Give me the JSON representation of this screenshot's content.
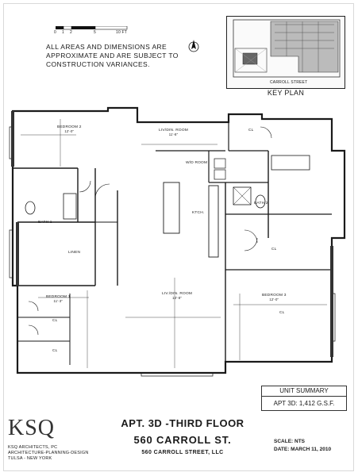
{
  "scale_bar": {
    "ticks": [
      "0",
      "1",
      "2",
      "5",
      "10 FT"
    ]
  },
  "notes": [
    "ALL AREAS AND DIMENSIONS ARE",
    "APPROXIMATE AND ARE SUBJECT TO",
    "CONSTRUCTION VARIANCES."
  ],
  "key_plan": {
    "label": "KEY PLAN",
    "street": "CARROLL STREET"
  },
  "rooms": {
    "bedroom2": {
      "name": "BEDROOM 2",
      "dims": "12'-0\""
    },
    "livdin_top": {
      "name": "LIV/DIN. ROOM",
      "dims": "11'-8\""
    },
    "cl_top": {
      "name": "CL"
    },
    "wd_room": {
      "name": "W/D ROOM"
    },
    "ktch": {
      "name": "KTCH."
    },
    "bath1": {
      "name": "BATH 1"
    },
    "bath2": {
      "name": "BATH 2"
    },
    "linen": {
      "name": "LINEN"
    },
    "cl_right": {
      "name": "CL"
    },
    "bedroom1": {
      "name": "BEDROOM 1",
      "dims": "11'-3\""
    },
    "livdin_main": {
      "name": "LIV./DIN. ROOM",
      "dims": "13'-8\""
    },
    "bedroom3": {
      "name": "BEDROOM 3",
      "dims": "12'-0\""
    },
    "cl_bed1a": {
      "name": "CL"
    },
    "cl_bed1b": {
      "name": "CL"
    },
    "cl_bed3": {
      "name": "CL"
    }
  },
  "unit_summary": {
    "title": "UNIT SUMMARY",
    "value": "APT 3D: 1,412 G.S.F."
  },
  "title_block": {
    "apt": "APT. 3D -THIRD FLOOR",
    "address": "560 CARROLL ST.",
    "owner": "560 CARROLL STREET, LLC",
    "scale": "SCALE: NTS",
    "date": "DATE:   MARCH 11, 2010"
  },
  "firm": {
    "logo": "KSQ",
    "lines": [
      "KSQ ARCHITECTS, PC",
      "ARCHITECTURE-PLANNING-DESIGN",
      "TULSA - NEW YORK"
    ]
  }
}
